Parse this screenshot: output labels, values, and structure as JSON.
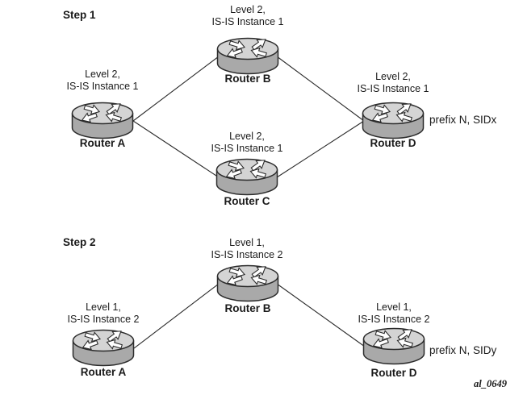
{
  "figure": {
    "id": "al_0649"
  },
  "colors": {
    "router_top": "#d4d4d4",
    "router_body": "#a9a9a9",
    "outline": "#2b2b2b",
    "link": "#2b2b2b",
    "text": "#1a1a1a",
    "background": "#ffffff"
  },
  "step1": {
    "title": "Step 1",
    "router_a": {
      "name": "Router A",
      "annotation": "Level 2,\nIS-IS Instance 1"
    },
    "router_b": {
      "name": "Router B",
      "annotation": "Level 2,\nIS-IS Instance 1"
    },
    "router_c": {
      "name": "Router C",
      "annotation": "Level 2,\nIS-IS Instance 1"
    },
    "router_d": {
      "name": "Router D",
      "annotation": "Level 2,\nIS-IS Instance 1",
      "prefix_label": "prefix N, SIDx"
    },
    "links": [
      [
        "Router A",
        "Router B"
      ],
      [
        "Router A",
        "Router C"
      ],
      [
        "Router B",
        "Router D"
      ],
      [
        "Router C",
        "Router D"
      ]
    ]
  },
  "step2": {
    "title": "Step 2",
    "router_a": {
      "name": "Router A",
      "annotation": "Level 1,\nIS-IS Instance 2"
    },
    "router_b": {
      "name": "Router B",
      "annotation": "Level 1,\nIS-IS Instance 2"
    },
    "router_d": {
      "name": "Router D",
      "annotation": "Level 1,\nIS-IS Instance 2",
      "prefix_label": "prefix N, SIDy"
    },
    "links": [
      [
        "Router A",
        "Router B"
      ],
      [
        "Router B",
        "Router D"
      ]
    ]
  }
}
